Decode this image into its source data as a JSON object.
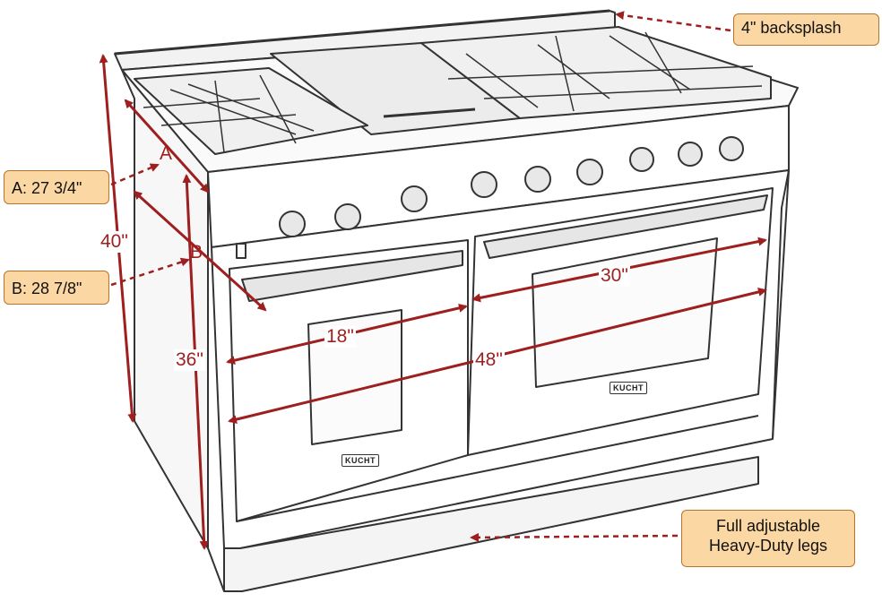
{
  "callouts": {
    "backsplash": "4\" backsplash",
    "depth_a": "A: 27 3/4\"",
    "depth_b": "B: 28 7/8\"",
    "legs_line1": "Full adjustable",
    "legs_line2": "Heavy-Duty legs"
  },
  "dimensions": {
    "overall_height": "40\"",
    "body_height": "36\"",
    "small_oven_width": "18\"",
    "large_oven_width": "30\"",
    "overall_width": "48\"",
    "marker_a": "A",
    "marker_b": "B"
  },
  "brand_badges": {
    "left_oven": "KUCHT",
    "right_oven": "KUCHT"
  },
  "colors": {
    "dimension_red": "#9e1f1f",
    "callout_fill": "#fbd7a3",
    "callout_border": "#b8742a",
    "drawing_line": "#333333"
  }
}
